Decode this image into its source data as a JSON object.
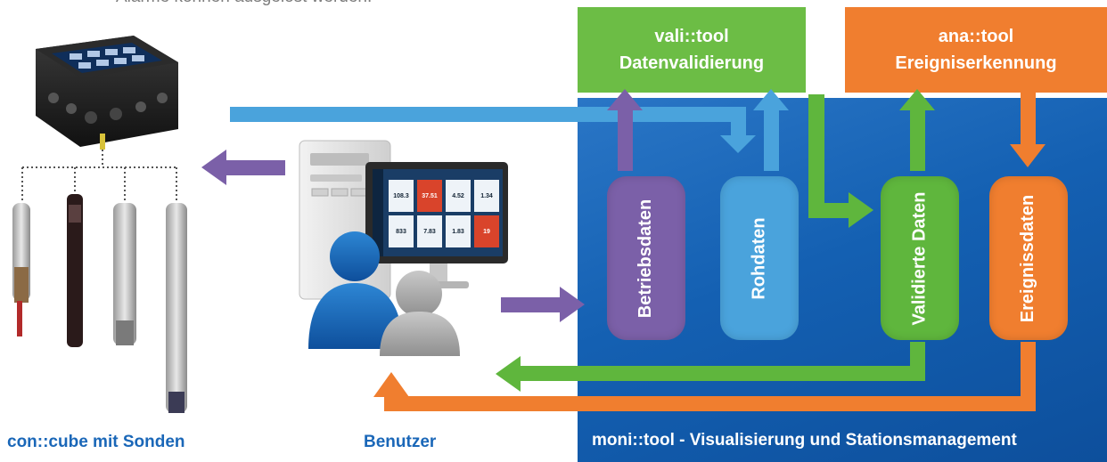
{
  "intro_text": "Alarme können ausgelöst werden.",
  "vali_tool": {
    "name": "vali::tool",
    "function": "Datenvalidierung"
  },
  "ana_tool": {
    "name": "ana::tool",
    "function": "Ereigniserkennung"
  },
  "data_stores": {
    "betriebsdaten": "Betriebsdaten",
    "rohdaten": "Rohdaten",
    "validierte_daten": "Validierte Daten",
    "ereignisdaten": "Ereignissdaten"
  },
  "captions": {
    "cube": "con::cube mit Sonden",
    "user": "Benutzer",
    "moni": "moni::tool - Visualisierung und Stationsmanagement"
  },
  "screen_tiles": [
    "108.3",
    "37.51",
    "4.52",
    "1.34",
    "833",
    "7.83",
    "1.83",
    "19"
  ],
  "colors": {
    "vali_green": "#6cbd45",
    "ana_orange": "#f07e2f",
    "moni_blue": "#1460b2",
    "operating_purple": "#7b60a8",
    "raw_lightblue": "#4aa3dc",
    "caption_blue": "#1a67b8"
  }
}
